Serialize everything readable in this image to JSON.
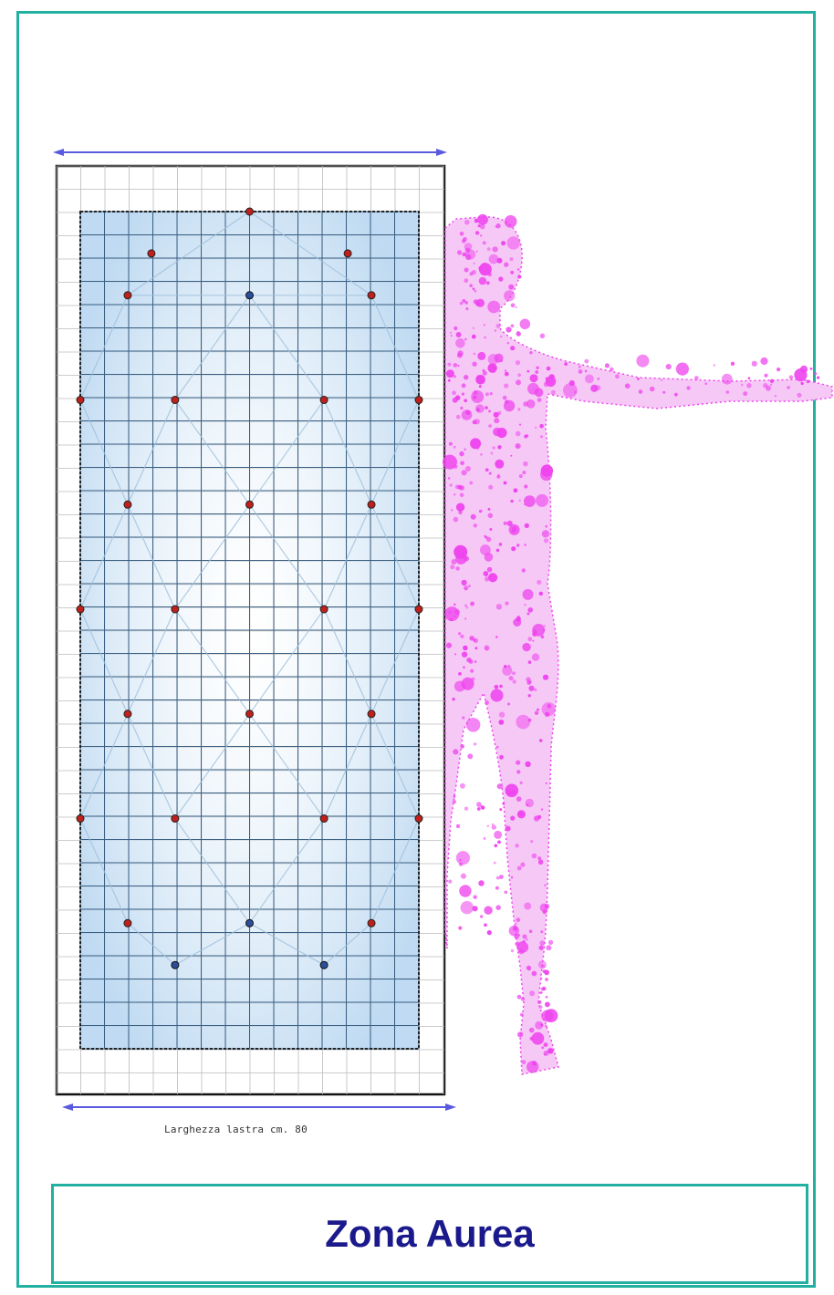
{
  "caption": "Larghezza lastra  cm. 80",
  "title": "Zona Aurea",
  "colors": {
    "frame": "#22b0a0",
    "title": "#1a1a8c",
    "grid": "#3a5f82",
    "fill": "#dcecf8",
    "point_red": "#c0201c",
    "point_blue": "#2a4f9a",
    "figure": "#ee44ee",
    "arrow": "#5a5ae0"
  },
  "icons": [
    "human-figure-silhouette-icon"
  ],
  "points": {
    "red": [
      [
        0.5,
        0
      ],
      [
        0.21,
        0.05
      ],
      [
        0.79,
        0.05
      ],
      [
        0.14,
        0.1
      ],
      [
        0.86,
        0.1
      ],
      [
        0,
        0.225
      ],
      [
        0.28,
        0.225
      ],
      [
        0.72,
        0.225
      ],
      [
        1,
        0.225
      ],
      [
        0.14,
        0.35
      ],
      [
        0.5,
        0.35
      ],
      [
        0.86,
        0.35
      ],
      [
        0,
        0.475
      ],
      [
        0.28,
        0.475
      ],
      [
        0.72,
        0.475
      ],
      [
        1,
        0.475
      ],
      [
        0.14,
        0.6
      ],
      [
        0.5,
        0.6
      ],
      [
        0.86,
        0.6
      ],
      [
        0,
        0.725
      ],
      [
        0.28,
        0.725
      ],
      [
        0.72,
        0.725
      ],
      [
        1,
        0.725
      ],
      [
        0.14,
        0.85
      ],
      [
        0.86,
        0.85
      ]
    ],
    "blue": [
      [
        0.5,
        0.1
      ],
      [
        0.5,
        0.85
      ],
      [
        0.28,
        0.9
      ],
      [
        0.72,
        0.9
      ]
    ]
  }
}
